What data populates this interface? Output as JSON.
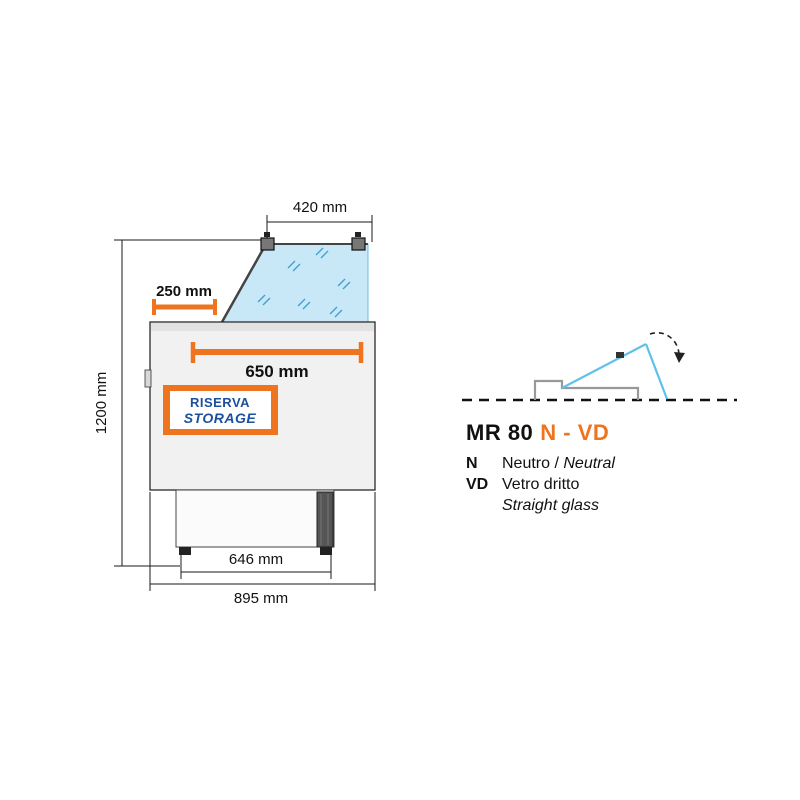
{
  "diagram": {
    "dims": {
      "d420": "420 mm",
      "d250": "250 mm",
      "d650": "650 mm",
      "d1200": "1200 mm",
      "d646": "646 mm",
      "d895": "895 mm"
    },
    "storage_box": {
      "line1": "RISERVA",
      "line2": "STORAGE"
    },
    "colors": {
      "accent_orange": "#EE7420",
      "glass_blue": "#C8E8F7",
      "glass_edge_blue": "#69BCE4",
      "label_blue": "#1C4F9E"
    }
  },
  "info": {
    "model_black": "MR 80",
    "model_orange": "N - VD",
    "legend": {
      "n_code": "N",
      "n_text": "Neutro /",
      "n_text_en": "Neutral",
      "vd_code": "VD",
      "vd_text": "Vetro dritto",
      "vd_text_en": "Straight glass"
    }
  }
}
